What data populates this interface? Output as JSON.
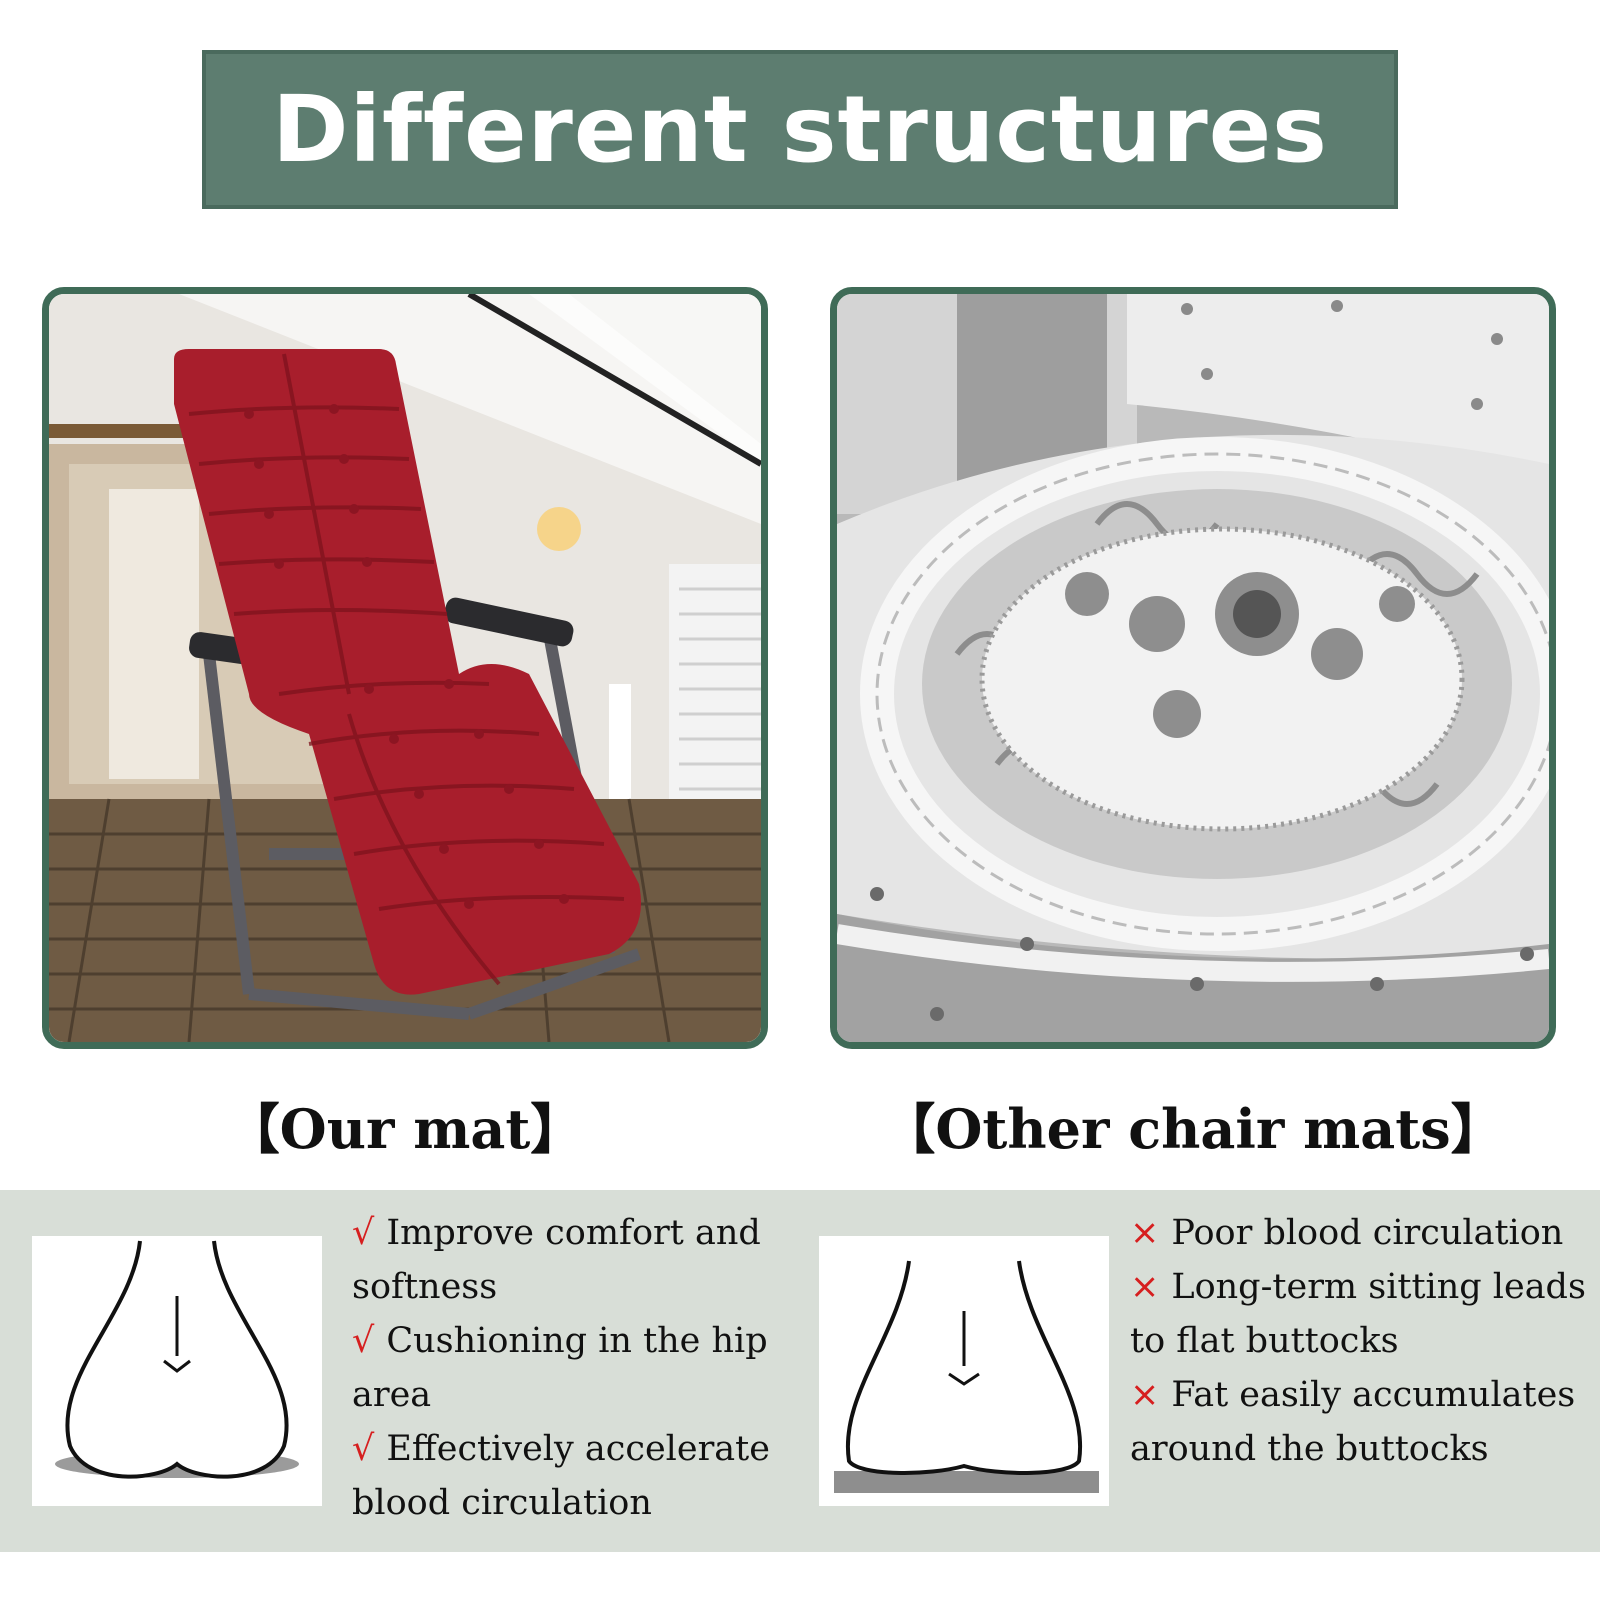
{
  "banner": {
    "title": "Different structures"
  },
  "panels": {
    "ours": {
      "caption": "【Our mat】",
      "mark": "√",
      "points": [
        "Improve comfort and softness",
        "Cushioning in the hip area",
        "Effectively accelerate blood circulation"
      ]
    },
    "other": {
      "caption": "【Other chair mats】",
      "mark": "×",
      "points": [
        "Poor blood circulation",
        "Long-term sitting leads to flat buttocks",
        "Fat easily accumulates around the buttocks"
      ]
    }
  },
  "colors": {
    "banner": "#5d7d70",
    "frame": "#3f6b57",
    "band": "#d8ded7",
    "mark": "#d61f1f",
    "cushion": "#a81e2c"
  }
}
